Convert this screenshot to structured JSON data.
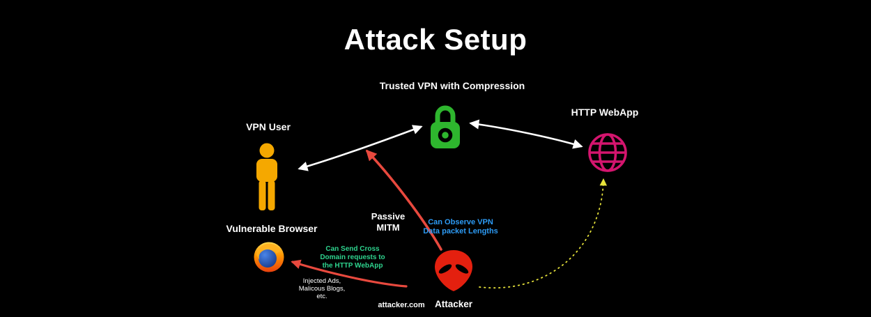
{
  "title": "Attack Setup",
  "nodes": {
    "vpn": {
      "label": "Trusted VPN with Compression",
      "icon": "padlock-icon"
    },
    "vpn_user": {
      "label": "VPN User",
      "icon": "person-icon"
    },
    "webapp": {
      "label": "HTTP WebApp",
      "icon": "globe-icon"
    },
    "browser": {
      "label": "Vulnerable Browser",
      "icon": "firefox-icon"
    },
    "attacker": {
      "label": "Attacker",
      "domain": "attacker.com",
      "icon": "alien-icon"
    }
  },
  "annotations": {
    "passive_mitm": [
      "Passive",
      "MITM"
    ],
    "observe_vpn": [
      "Can Observe VPN",
      "Data packet Lengths"
    ],
    "cross_domain": [
      "Can Send Cross",
      "Domain requests to",
      "the HTTP WebApp"
    ],
    "injected": [
      "Injected Ads,",
      "Malicous Blogs,",
      "etc."
    ]
  },
  "colors": {
    "background": "#000000",
    "text-white": "#ffffff",
    "arrow-white": "#ffffff",
    "lock-green": "#2eb62e",
    "person-orange": "#f5a800",
    "globe-pink": "#d4156e",
    "alien-red": "#e4200f",
    "arrow-red": "#e8493e",
    "note-blue": "#2d9bf5",
    "note-green": "#2ed38e",
    "dash-yellow": "#e6e23a"
  }
}
